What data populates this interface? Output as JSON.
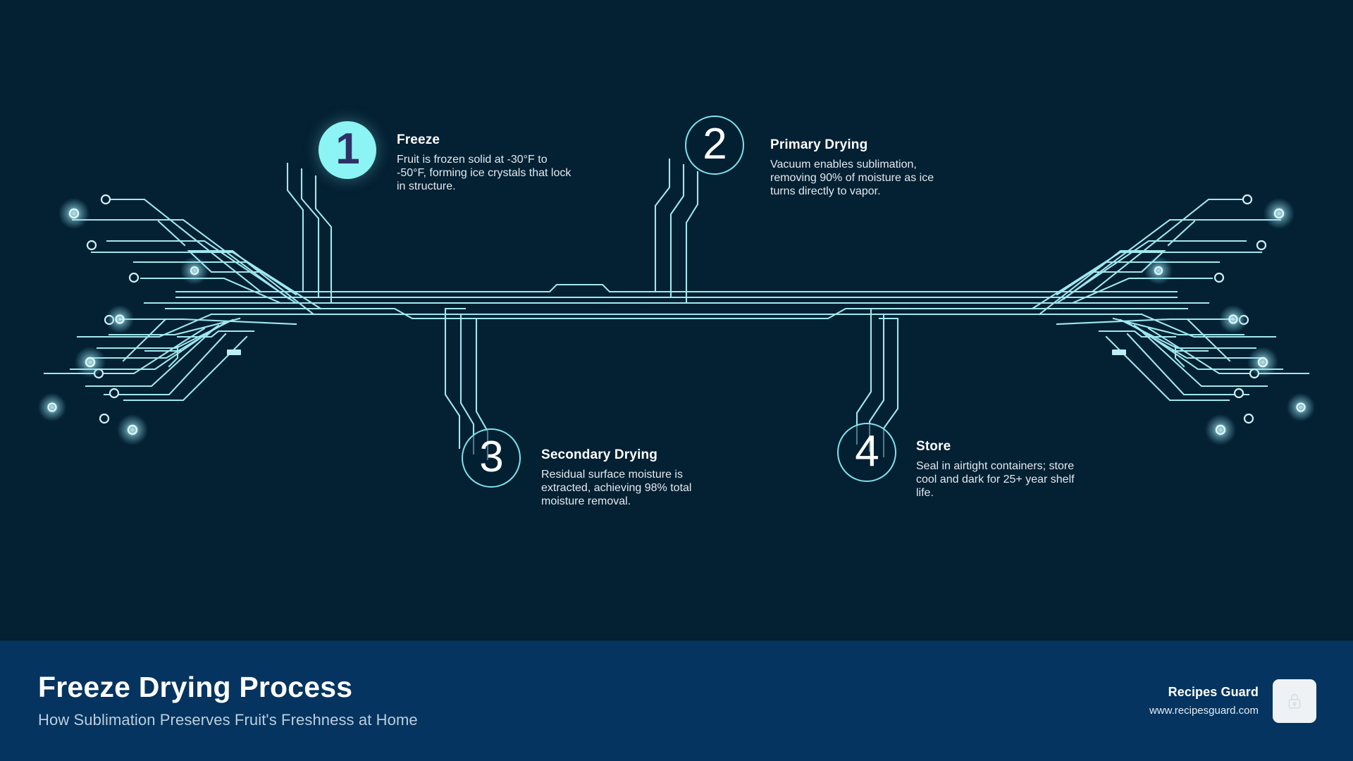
{
  "theme": {
    "background": "#042033",
    "footer_background": "#04345f",
    "accent_cyan": "#8cf4f4",
    "trace_color": "#9fe8ef",
    "number_dark": "#2e3166",
    "text_light": "#e2eaf0"
  },
  "steps": [
    {
      "number": "1",
      "title": "Freeze",
      "description": "Fruit is frozen solid at -30°F to -50°F, forming ice crystals that lock in structure.",
      "style": "filled"
    },
    {
      "number": "2",
      "title": "Primary Drying",
      "description": "Vacuum enables sublimation, removing 90% of moisture as ice turns directly to vapor.",
      "style": "outline"
    },
    {
      "number": "3",
      "title": "Secondary Drying",
      "description": "Residual surface moisture is extracted, achieving 98% total moisture removal.",
      "style": "outline"
    },
    {
      "number": "4",
      "title": "Store",
      "description": "Seal in airtight containers; store cool and dark for 25+ year shelf life.",
      "style": "outline"
    }
  ],
  "footer": {
    "title": "Freeze Drying Process",
    "subtitle": "How Sublimation Preserves Fruit's Freshness at Home",
    "brand_name": "Recipes Guard",
    "brand_url": "www.recipesguard.com",
    "logo_icon": "lock-icon"
  }
}
